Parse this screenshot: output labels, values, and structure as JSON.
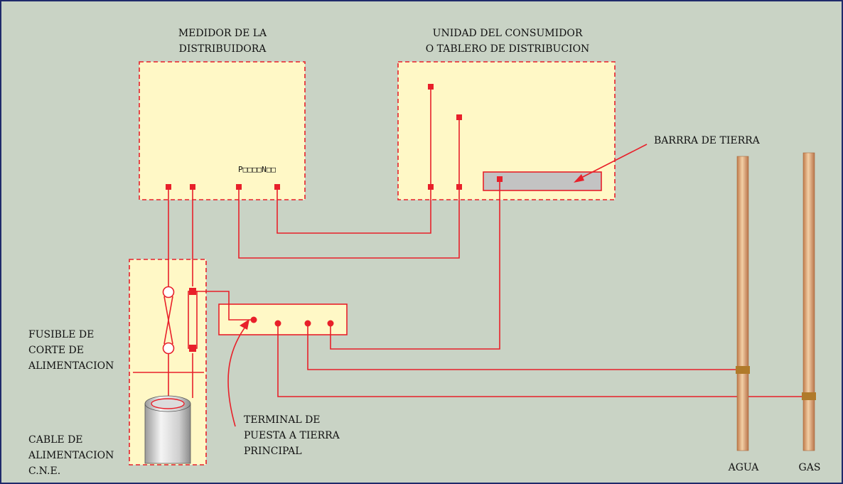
{
  "labels": {
    "meter_title_line1": "MEDIDOR DE LA",
    "meter_title_line2": "DISTRIBUIDORA",
    "consumer_title_line1": "UNIDAD DEL CONSUMIDOR",
    "consumer_title_line2": "O TABLERO DE DISTRIBUCION",
    "earth_bar": "BARRRA DE TIERRA",
    "fuse_line1": "FUSIBLE DE",
    "fuse_line2": "CORTE DE",
    "fuse_line3": "ALIMENTACION",
    "cable_line1": "CABLE DE",
    "cable_line2": "ALIMENTACION",
    "cable_line3": "C.N.E.",
    "main_terminal_line1": "TERMINAL DE",
    "main_terminal_line2": "PUESTA A TIERRA",
    "main_terminal_line3": "PRINCIPAL",
    "water_pipe": "AGUA",
    "gas_pipe": "GAS",
    "meter_terminal_code": "P□□□□N□□"
  },
  "colors": {
    "background": "#c9d3c5",
    "frame_border": "#1f2a6b",
    "box_fill": "#fff8c6",
    "wire": "#e8202a",
    "earth_bar_fill": "#c3c3c3",
    "pipe": "#d9a27a",
    "clamp": "#b07a2a"
  }
}
